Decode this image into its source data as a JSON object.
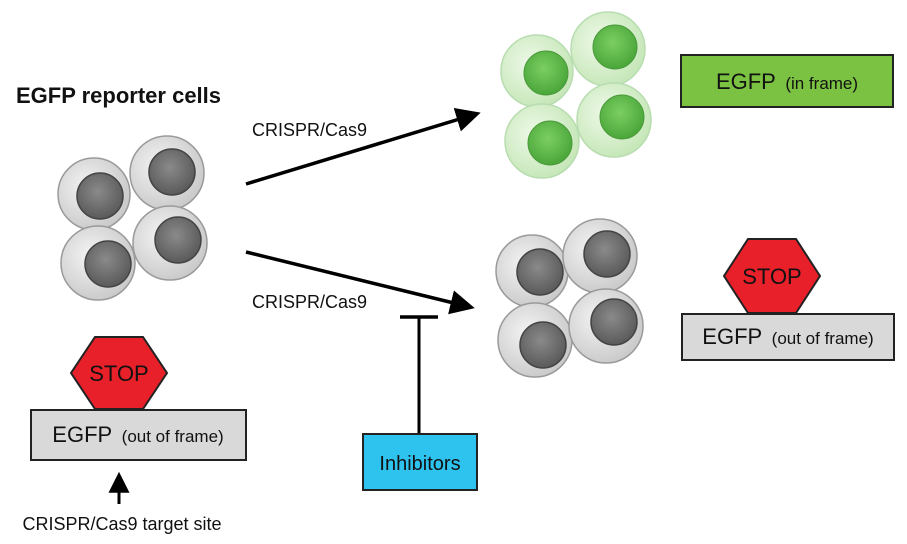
{
  "title": "EGFP reporter cells",
  "arrows": {
    "upper_label": "CRISPR/Cas9",
    "lower_label": "CRISPR/Cas9"
  },
  "boxes": {
    "in_frame": {
      "main": "EGFP",
      "suffix": "(in frame)"
    },
    "out_of_frame_right": {
      "main": "EGFP",
      "suffix": "(out of frame)"
    },
    "out_of_frame_left": {
      "main": "EGFP",
      "suffix": "(out of frame)"
    }
  },
  "stop_signs": {
    "label": "STOP"
  },
  "inhibitors": {
    "label": "Inhibitors"
  },
  "target_site": {
    "label": "CRISPR/Cas9 target site"
  },
  "colors": {
    "green_box": "#7cc242",
    "grey_box": "#d9d9d9",
    "inhibitor_box": "#2ec3ef",
    "stop_red": "#e8202a",
    "cell_grey": "#dcdcdc",
    "nucleus_grey": "#777777",
    "cell_green": "#d8f0cf",
    "nucleus_green": "#5db94a"
  }
}
